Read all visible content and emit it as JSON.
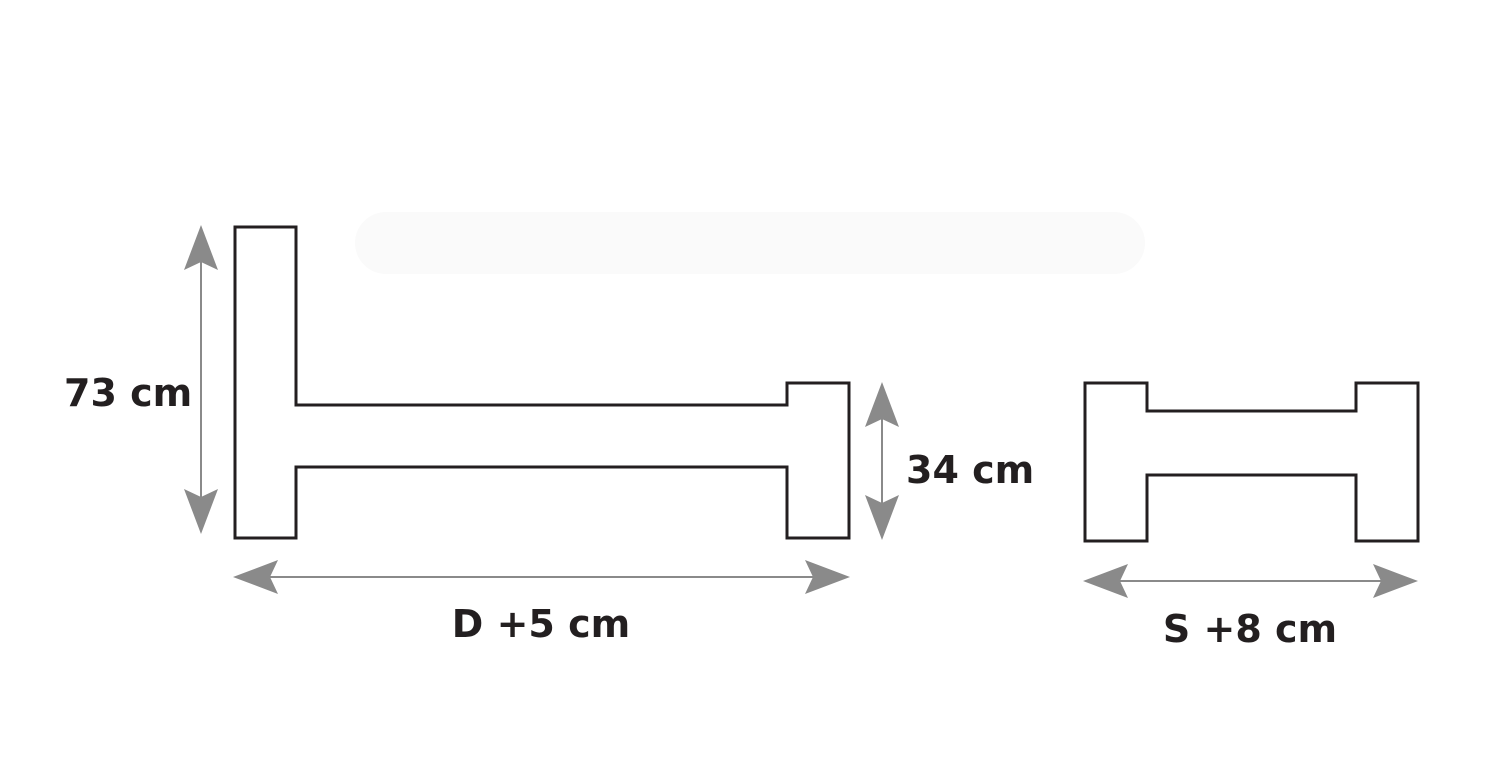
{
  "dimensions": {
    "height_total": "73 cm",
    "height_side": "34 cm",
    "length": "D +5 cm",
    "width": "S +8 cm"
  },
  "colors": {
    "outline": "#231f20",
    "arrow": "#8a8a8a",
    "text": "#231f20",
    "background": "#ffffff"
  }
}
